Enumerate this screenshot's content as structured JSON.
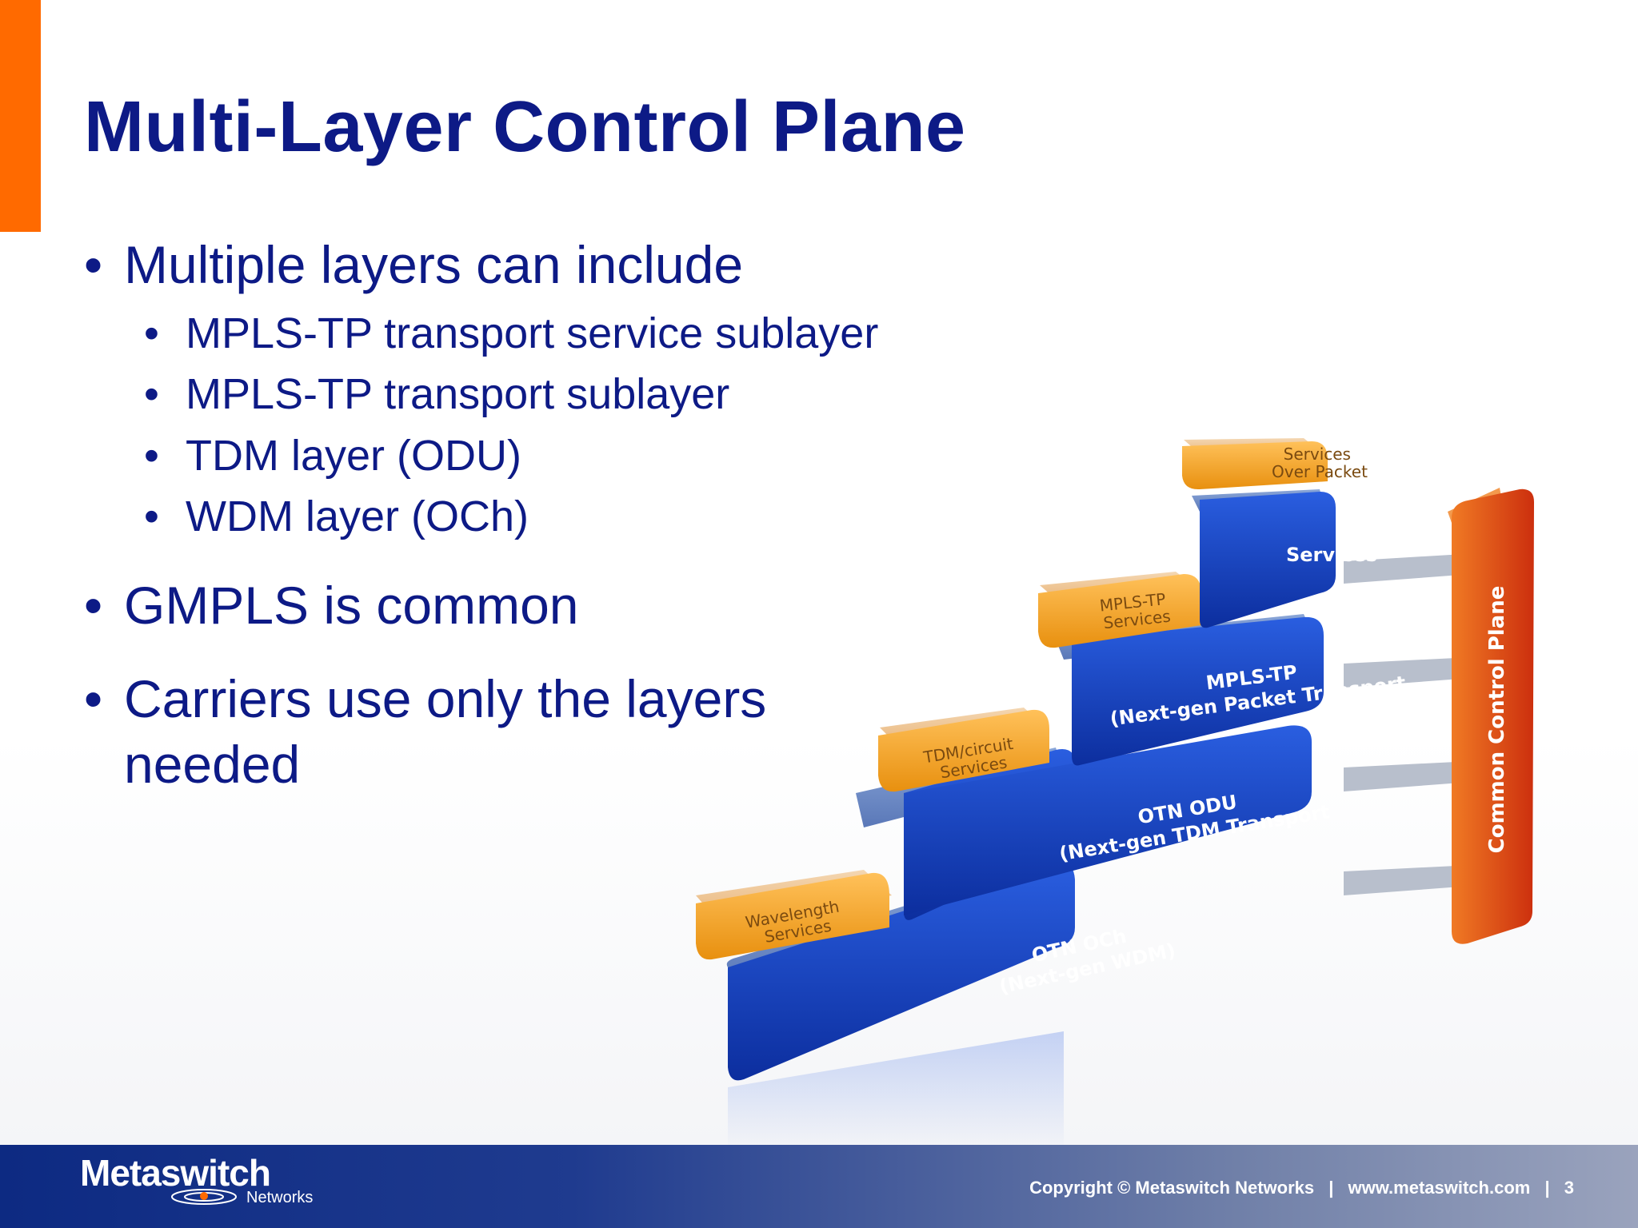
{
  "slide": {
    "title": "Multi-Layer Control Plane",
    "bullets": [
      {
        "text": "Multiple layers can include",
        "sub": [
          "MPLS-TP transport service sublayer",
          "MPLS-TP transport sublayer",
          "TDM layer (ODU)",
          "WDM layer (OCh)"
        ]
      },
      {
        "text": "GMPLS is common"
      },
      {
        "text_line1": "Carriers use only the layers",
        "text_line2": "needed"
      }
    ],
    "bullet_symbol": "•"
  },
  "diagram": {
    "services_tabs": {
      "services_over_packet": [
        "Services",
        "Over Packet"
      ],
      "mpls_tp_services": [
        "MPLS-TP",
        "Services"
      ],
      "tdm_services": [
        "TDM/circuit",
        "Services"
      ],
      "wavelength_services": [
        "Wavelength",
        "Services"
      ]
    },
    "layers": {
      "services": [
        "Services"
      ],
      "mpls_tp": [
        "MPLS-TP",
        "(Next-gen Packet Transport"
      ],
      "otn_odu": [
        "OTN ODU",
        "(Next-gen TDM Transport"
      ],
      "otn_och": [
        "OTN OCh",
        "(Next-gen WDM)"
      ]
    },
    "control_plane": "Common Control Plane",
    "colors": {
      "layer_blue": "#1541b8",
      "tab_orange": "#f5a623",
      "control_red": "#e2521b"
    }
  },
  "footer": {
    "logo": "Metaswitch",
    "logo_sub": "Networks",
    "copyright": "Copyright © Metaswitch Networks",
    "separator": "|",
    "url": "www.metaswitch.com",
    "page": "3"
  }
}
